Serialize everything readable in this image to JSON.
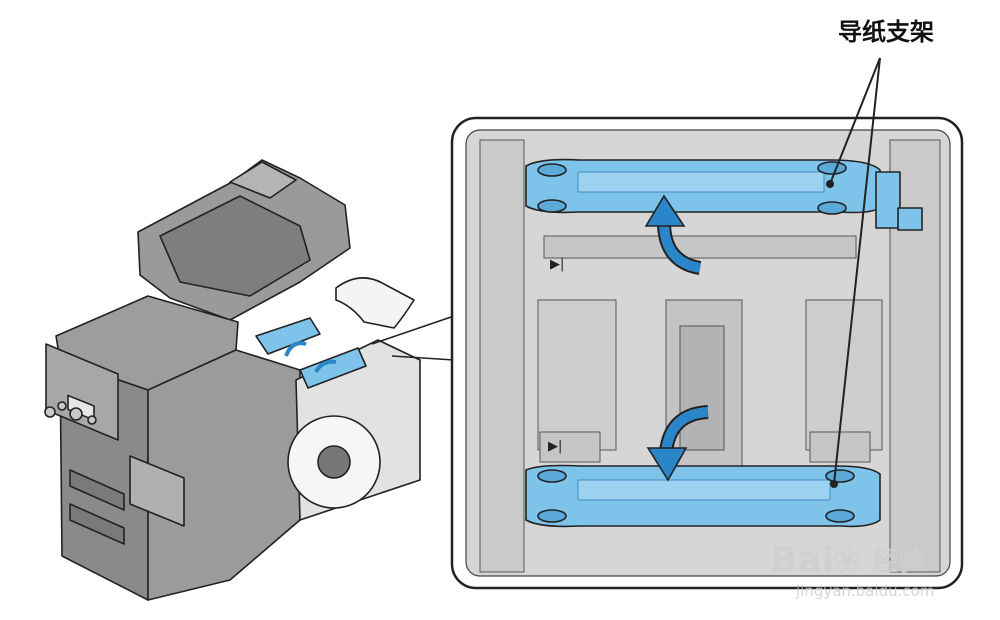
{
  "callout": {
    "label": "导纸支架"
  },
  "panel": {
    "marker_top": "▶|",
    "marker_bottom": "▶|"
  },
  "watermark": {
    "brand": "Bai",
    "brand_suffix": "经验",
    "url": "jingyan.baidu.com"
  },
  "colors": {
    "guide_blue": "#7ec3ea",
    "guide_blue_dark": "#3f8fc2",
    "arrow_blue": "#2a86c8",
    "body_gray": "#8d8d8d",
    "panel_gray": "#d3d3d3",
    "outline": "#222222"
  }
}
